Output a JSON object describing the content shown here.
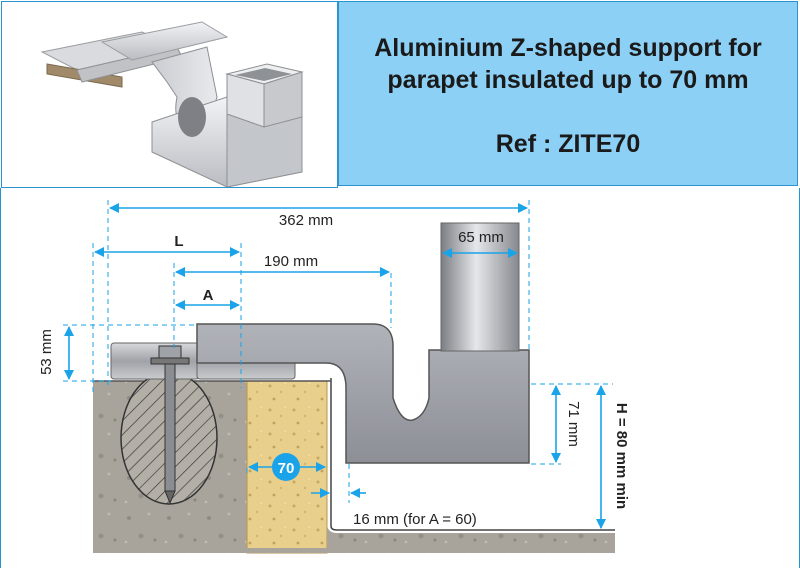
{
  "title_line1": "Aluminium Z-shaped support for",
  "title_line2": "parapet insulated up to 70 mm",
  "ref": "Ref : ZITE70",
  "dims": {
    "total_width": "362 mm",
    "L": "L",
    "d190": "190 mm",
    "A": "A",
    "post_width": "65 mm",
    "height_53": "53 mm",
    "height_71": "71 mm",
    "H": "H = 80 mm min",
    "insulation": "70",
    "gap": "16 mm (for A = 60)"
  },
  "colors": {
    "accent": "#1aa3e8",
    "title_bg": "#8dd0f5",
    "border": "#2a94d0"
  }
}
